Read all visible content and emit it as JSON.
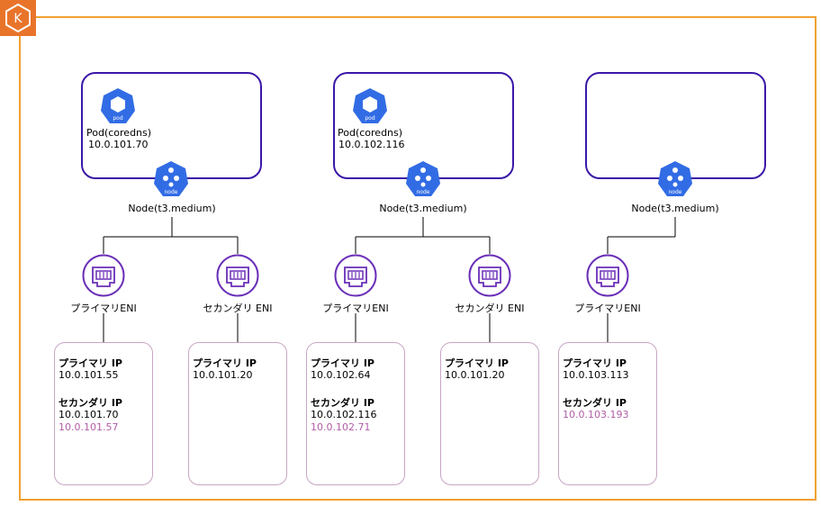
{
  "colors": {
    "frame": "#f0a030",
    "node_border": "#3b17a8",
    "eni_stroke": "#6a2fb8",
    "ip_box_border": "#c7a6c4",
    "accent_ip": "#b15ea5",
    "k8s_blue": "#326ce5",
    "eks_orange": "#e8742a"
  },
  "icons": {
    "pod": "pod-icon",
    "node": "node-icon",
    "eni": "eni-icon",
    "eks": "eks-logo-icon"
  },
  "labels": {
    "pod": "pod",
    "node": "node",
    "eks_letter": "K"
  },
  "nodes": [
    {
      "pod_label": "Pod(coredns)",
      "pod_ip": "10.0.101.70",
      "node_label": "Node(t3.medium)"
    },
    {
      "pod_label": "Pod(coredns)",
      "pod_ip": "10.0.102.116",
      "node_label": "Node(t3.medium)"
    },
    {
      "pod_label": "",
      "pod_ip": "",
      "node_label": "Node(t3.medium)"
    }
  ],
  "enis": [
    {
      "label": "プライマリENI",
      "primary_head": "プライマリ IP",
      "primary_ip": "10.0.101.55",
      "secondary_head": "セカンダリ IP",
      "secondary_ips": [
        "10.0.101.70",
        "10.0.101.57"
      ]
    },
    {
      "label": "セカンダリ ENI",
      "primary_head": "プライマリ IP",
      "primary_ip": "10.0.101.20",
      "secondary_head": "",
      "secondary_ips": []
    },
    {
      "label": "プライマリENI",
      "primary_head": "プライマリ IP",
      "primary_ip": "10.0.102.64",
      "secondary_head": "セカンダリ IP",
      "secondary_ips": [
        "10.0.102.116",
        "10.0.102.71"
      ]
    },
    {
      "label": "セカンダリ ENI",
      "primary_head": "プライマリ IP",
      "primary_ip": "10.0.101.20",
      "secondary_head": "",
      "secondary_ips": []
    },
    {
      "label": "プライマリENI",
      "primary_head": "プライマリ IP",
      "primary_ip": "10.0.103.113",
      "secondary_head": "セカンダリ IP",
      "secondary_ips": [
        "10.0.103.193"
      ]
    }
  ]
}
